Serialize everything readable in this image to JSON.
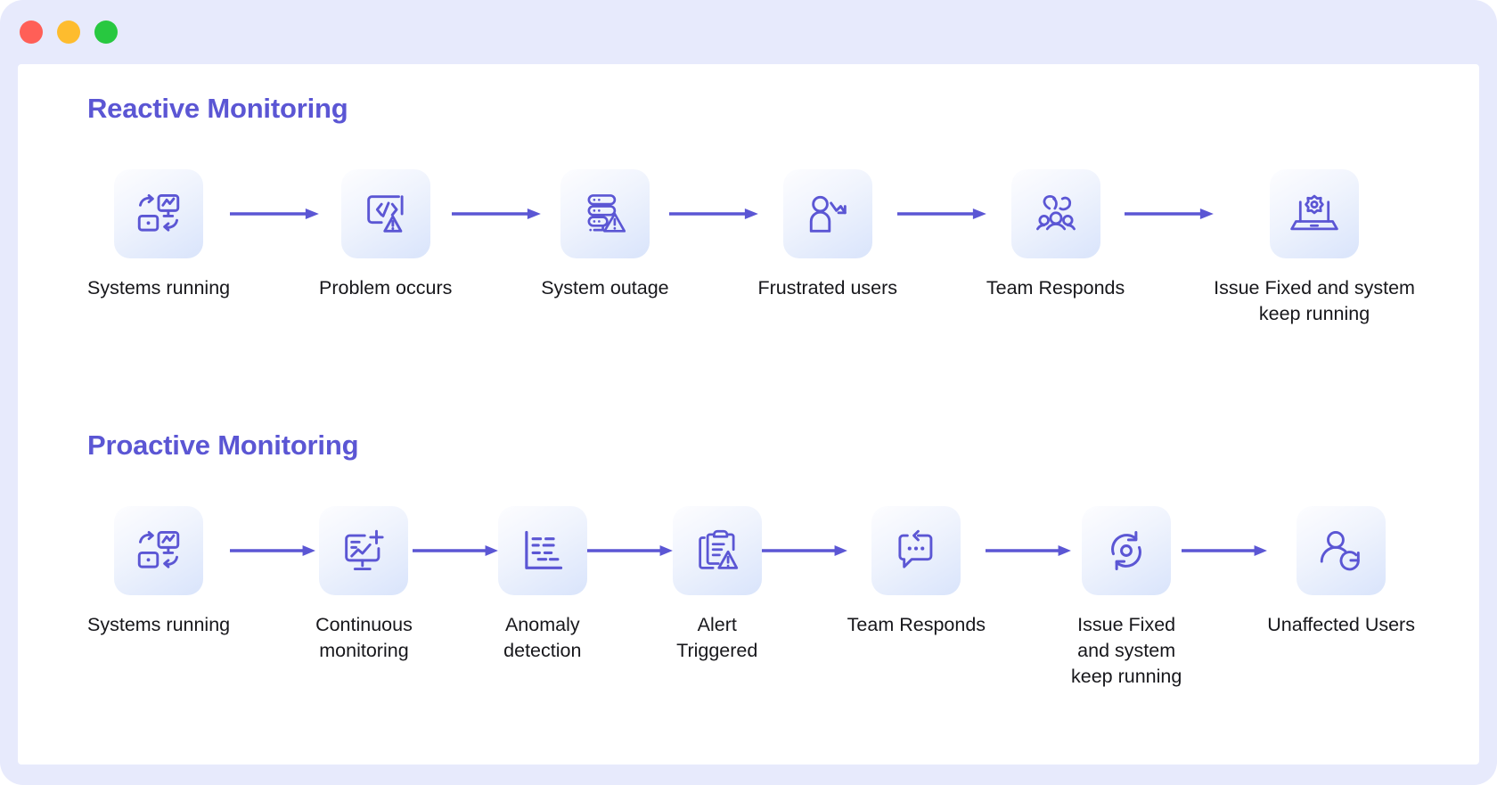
{
  "window": {
    "traffic_lights": [
      {
        "name": "close",
        "color": "#ff5f57"
      },
      {
        "name": "minimize",
        "color": "#febc2e"
      },
      {
        "name": "maximize",
        "color": "#28c840"
      }
    ],
    "chrome_color": "#e7eafc",
    "canvas_color": "#ffffff"
  },
  "theme": {
    "accent": "#5b56d4",
    "arrow": "#5b56d4",
    "icon_stroke": "#5b56d4",
    "label_text": "#17171b",
    "tile_gradient_start": "#fdfdff",
    "tile_gradient_end": "#d9e4fb"
  },
  "sections": [
    {
      "id": "reactive",
      "title": "Reactive Monitoring",
      "steps": [
        {
          "label": "Systems running",
          "icon": "systems-running-icon",
          "width": "w-mid"
        },
        {
          "label": "Problem occurs",
          "icon": "code-warning-icon",
          "width": "w-mid"
        },
        {
          "label": "System outage",
          "icon": "server-warning-icon",
          "width": "w-mid"
        },
        {
          "label": "Frustrated users",
          "icon": "frustrated-user-icon",
          "width": "w-mid"
        },
        {
          "label": "Team Responds",
          "icon": "team-icon",
          "width": "w-mid"
        },
        {
          "label": "Issue Fixed and system\nkeep running",
          "icon": "laptop-gear-icon",
          "width": "w-wide"
        }
      ]
    },
    {
      "id": "proactive",
      "title": "Proactive Monitoring",
      "steps": [
        {
          "label": "Systems running",
          "icon": "systems-running-icon",
          "width": "w-mid"
        },
        {
          "label": "Continuous\nmonitoring",
          "icon": "monitor-add-icon",
          "width": "w-narrow"
        },
        {
          "label": "Anomaly\ndetection",
          "icon": "anomaly-chart-icon",
          "width": "w-narrow"
        },
        {
          "label": "Alert\nTriggered",
          "icon": "clipboard-warning-icon",
          "width": "w-narrow"
        },
        {
          "label": "Team Responds",
          "icon": "chat-reply-icon",
          "width": "w-mid"
        },
        {
          "label": "Issue Fixed\nand system\nkeep running",
          "icon": "sync-cycle-icon",
          "width": "w-narrow"
        },
        {
          "label": "Unaffected Users",
          "icon": "user-refresh-icon",
          "width": "w-mid"
        }
      ]
    }
  ]
}
